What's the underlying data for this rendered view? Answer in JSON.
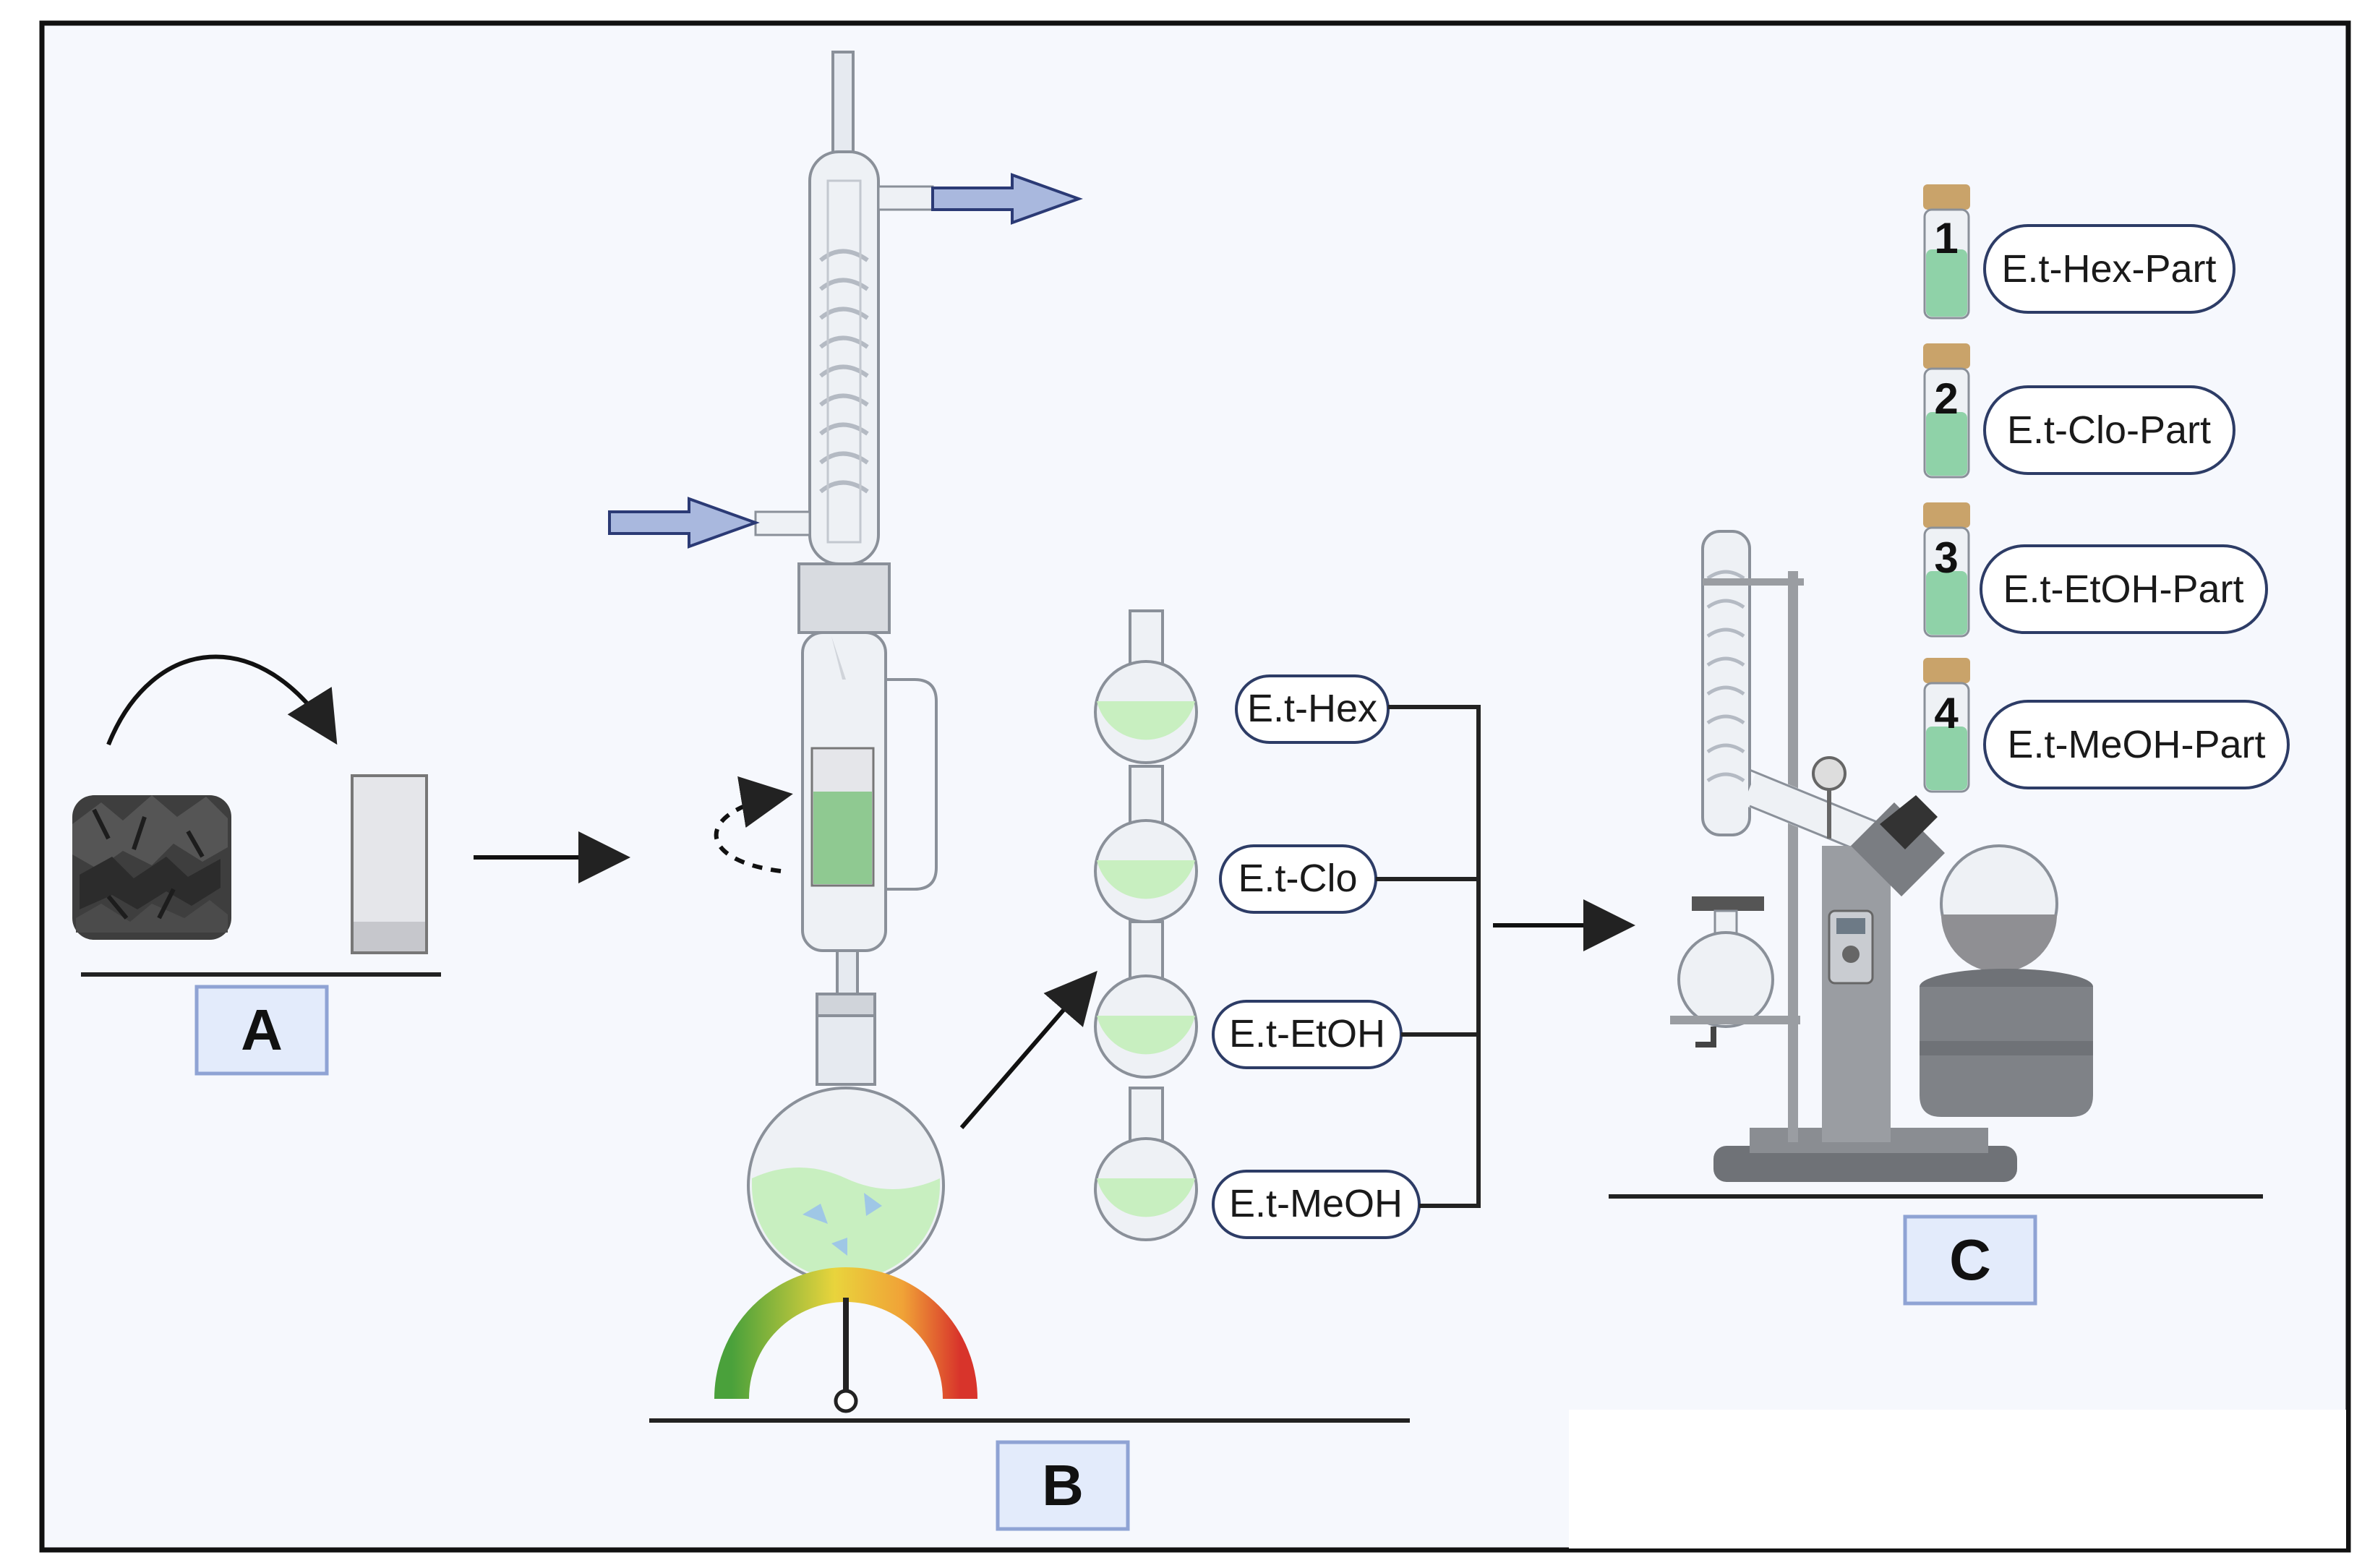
{
  "colors": {
    "frame": "#111111",
    "background": "#f6f8fd",
    "glass": "#e6eaf0",
    "glass_stroke": "#8a9099",
    "liquid": "#c8efc0",
    "liquid_dark": "#8fc991",
    "arrow_blue": "#a9b8de",
    "arrow_blue_stroke": "#2b3a75",
    "panel_label_bg": "#e3ebfb",
    "panel_label_border": "#8fa3d4",
    "pill_border": "#2d3c66",
    "cork": "#c9a36a",
    "machine_gray": "#8a8d92"
  },
  "panels": {
    "a": {
      "label": "A"
    },
    "b": {
      "label": "B"
    },
    "c": {
      "label": "C"
    }
  },
  "extracts": [
    {
      "label": "E.t-Hex"
    },
    {
      "label": "E.t-Clo"
    },
    {
      "label": "E.t-EtOH"
    },
    {
      "label": "E.t-MeOH"
    }
  ],
  "vials": [
    {
      "number": "1",
      "label": "E.t-Hex-Part"
    },
    {
      "number": "2",
      "label": "E.t-Clo-Part"
    },
    {
      "number": "3",
      "label": "E.t-EtOH-Part"
    },
    {
      "number": "4",
      "label": "E.t-MeOH-Part"
    }
  ],
  "icons": {
    "plant_material": "dried-leaves-icon",
    "thimble": "extraction-thimble-icon",
    "soxhlet": "soxhlet-apparatus-icon",
    "condenser": "condenser-icon",
    "heater_gauge": "heat-gauge-icon",
    "flask": "round-bottom-flask-icon",
    "rotary_evaporator": "rotary-evaporator-icon",
    "vial": "vial-icon"
  }
}
